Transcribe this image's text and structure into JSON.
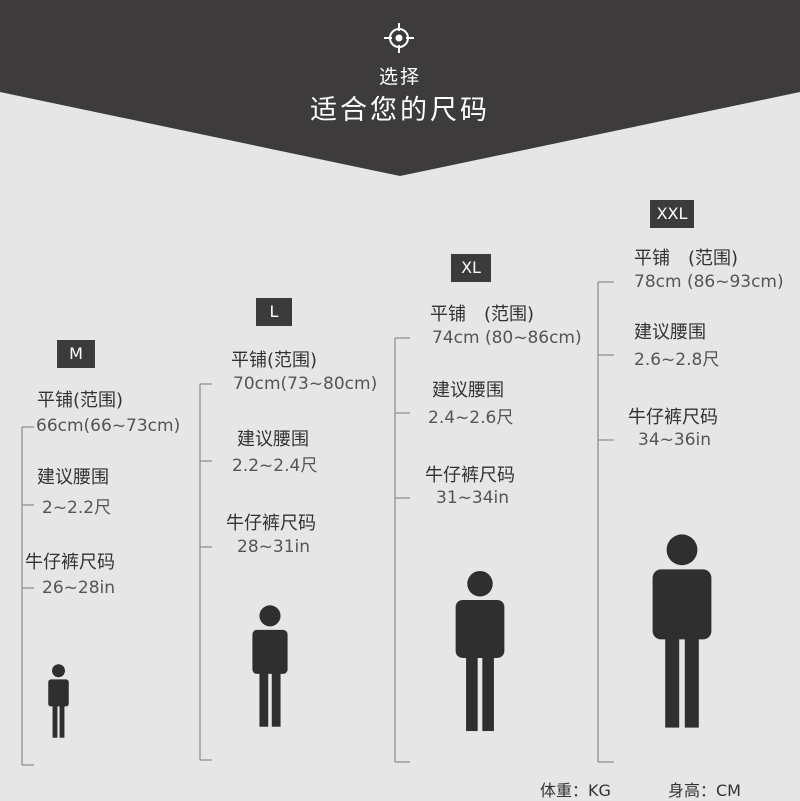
{
  "header": {
    "subtitle": "选择",
    "title": "适合您的尺码",
    "icon": "target-icon"
  },
  "sizes": [
    {
      "size": "M",
      "flat_label": "平铺(范围)",
      "flat_value": "66cm(66~73cm)",
      "waist_label": "建议腰围",
      "waist_value": "2~2.2尺",
      "jeans_label": "牛仔裤尺码",
      "jeans_value": "26~28in"
    },
    {
      "size": "L",
      "flat_label": "平铺(范围)",
      "flat_value": "70cm(73~80cm)",
      "waist_label": "建议腰围",
      "waist_value": "2.2~2.4尺",
      "jeans_label": "牛仔裤尺码",
      "jeans_value": "28~31in"
    },
    {
      "size": "XL",
      "flat_label": "平铺　(范围)",
      "flat_value": "74cm (80~86cm)",
      "waist_label": "建议腰围",
      "waist_value": "2.4~2.6尺",
      "jeans_label": "牛仔裤尺码",
      "jeans_value": "31~34in"
    },
    {
      "size": "XXL",
      "flat_label": "平铺　(范围)",
      "flat_value": "78cm (86~93cm)",
      "waist_label": "建议腰围",
      "waist_value": "2.6~2.8尺",
      "jeans_label": "牛仔裤尺码",
      "jeans_value": "34~36in"
    }
  ],
  "footer": {
    "weight": "体重：KG",
    "height": "身高：CM"
  },
  "colors": {
    "banner": "#3d3b3c",
    "background": "#e6e6e6",
    "figure": "#2f2f2f",
    "badge": "#3b3b3b",
    "line": "#8a8a8a"
  }
}
